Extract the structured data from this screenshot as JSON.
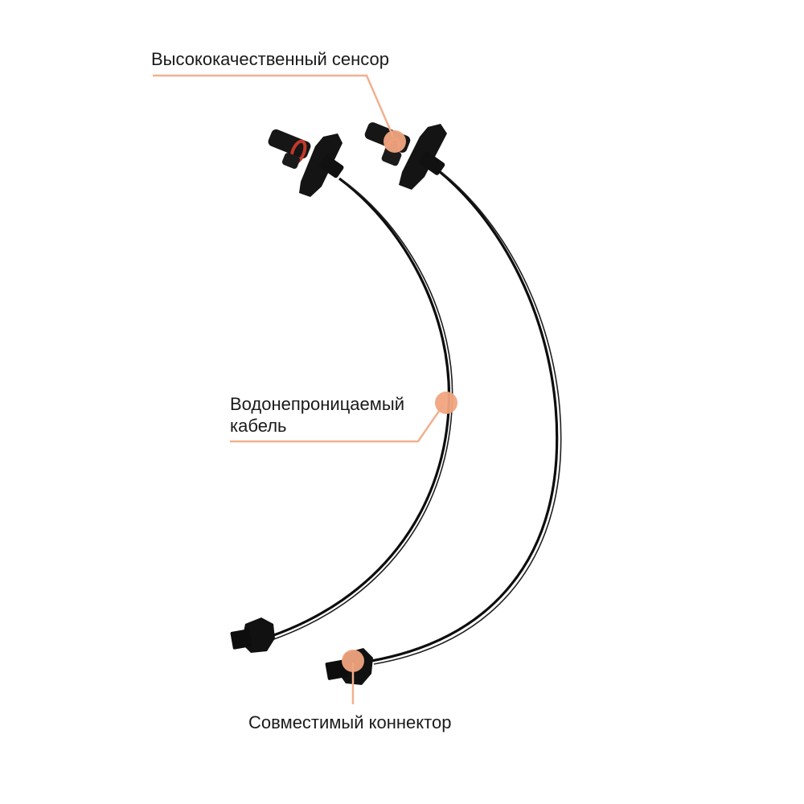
{
  "callouts": {
    "sensor": {
      "label": "Высококачественный сенсор"
    },
    "cable": {
      "label_line1": "Водонепроницаемый",
      "label_line2": "кабель"
    },
    "connector": {
      "label": "Совместимый коннектор"
    }
  },
  "colors": {
    "accent": "#f0a47f",
    "accent_line": "#f2b08f",
    "cable": "#0d0d0d",
    "sensor_body": "#141414",
    "oring": "#c0392b",
    "background": "#ffffff"
  }
}
